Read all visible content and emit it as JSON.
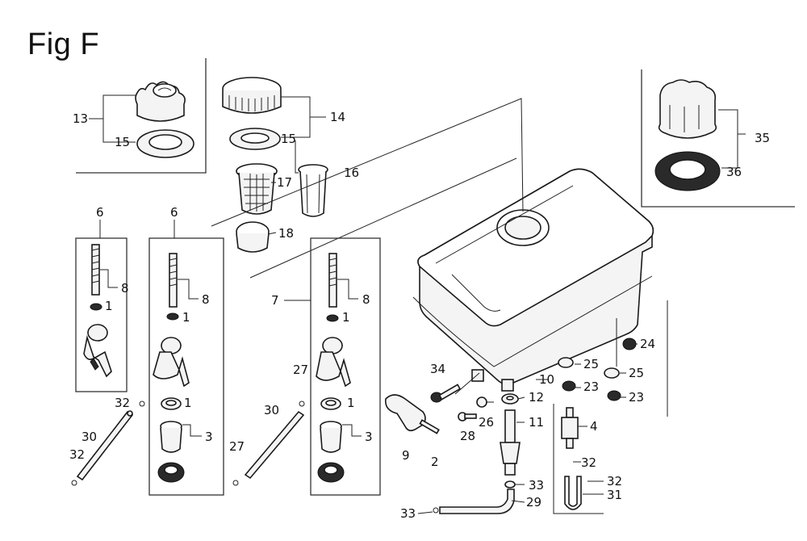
{
  "title": "Fig F",
  "callouts": {
    "c13": "13",
    "c15a": "15",
    "c14": "14",
    "c15b": "15",
    "c17": "17",
    "c16": "16",
    "c18": "18",
    "c35": "35",
    "c36": "36",
    "c6a": "6",
    "c8a": "8",
    "c1a": "1",
    "c6b": "6",
    "c8b": "8",
    "c1b": "1",
    "c1c": "1",
    "c3a": "3",
    "c7": "7",
    "c8c": "8",
    "c1d": "1",
    "c1e": "1",
    "c3b": "3",
    "c32a": "32",
    "c30a": "30",
    "c32b": "32",
    "c27a": "27",
    "c30b": "30",
    "c27b": "27",
    "c34": "34",
    "c9": "9",
    "c2": "2",
    "c28": "28",
    "c26": "26",
    "c12": "12",
    "c11": "11",
    "c10": "10",
    "c25a": "25",
    "c25b": "25",
    "c24": "24",
    "c23a": "23",
    "c23b": "23",
    "c4": "4",
    "c32c": "32",
    "c32d": "32",
    "c31": "31",
    "c33a": "33",
    "c33b": "33",
    "c29": "29"
  }
}
